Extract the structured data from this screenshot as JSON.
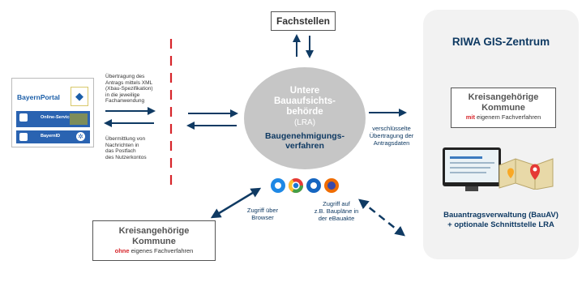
{
  "fachstellen": "Fachstellen",
  "lra": {
    "line1": "Untere",
    "line2": "Bauaufsichts-",
    "line3": "behörde",
    "line4": "(LRA)",
    "sub1": "Baugenehmigungs-",
    "sub2": "verfahren"
  },
  "left_notes": {
    "top": [
      "Übertragung des",
      "Antrags mittels XML",
      "(Xbau-Spezifikation)",
      "in die jeweilige",
      "Fachanwendung"
    ],
    "bottom": [
      "Übermittlung von",
      "Nachrichten in",
      "das Postfach",
      "des Nutzerkontos"
    ]
  },
  "bayernportal": {
    "title": "BayernPortal",
    "row1": "Online-Services",
    "row2": "BayernID"
  },
  "right_note": [
    "verschlüsselte",
    "Übertragung der",
    "Antragsdaten"
  ],
  "browser_note": [
    "Zugriff über",
    "Browser"
  ],
  "bauplaene_note": [
    "Zugriff auf",
    "z.B. Baupläne in",
    "der eBauakte"
  ],
  "kommune_left": {
    "line1": "Kreisangehörige",
    "line2": "Kommune",
    "emph": "ohne",
    "rest": " eigenes Fachverfahren"
  },
  "riwa": {
    "title": "RIWA GIS-Zentrum",
    "kommune": {
      "line1": "Kreisangehörige",
      "line2": "Kommune",
      "emph": "mit",
      "rest": " eigenem Fachverfahren"
    },
    "bau1": "Bauantragsverwaltung (BauAV)",
    "bau2": "+ optionale Schnittstelle LRA"
  },
  "colors": {
    "navy": "#0f3a63",
    "red": "#d7262b",
    "circle": "#c6c6c6",
    "panel": "#f2f2f2"
  }
}
